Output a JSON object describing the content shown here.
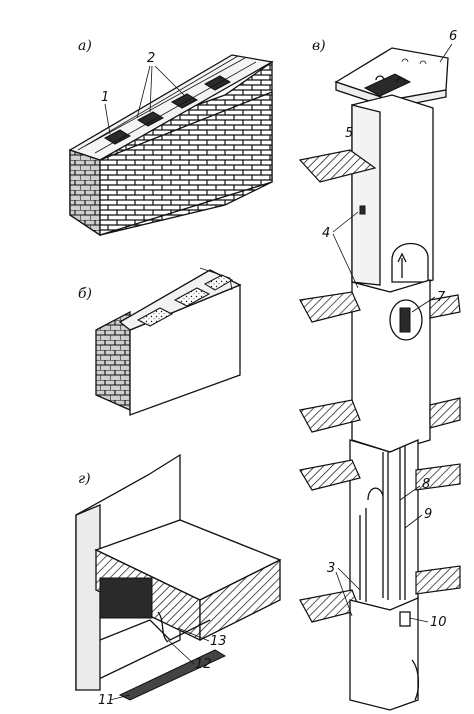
{
  "panels": {
    "a": {
      "letter": "а)"
    },
    "b": {
      "letter": "б)"
    },
    "v": {
      "letter": "в)"
    },
    "g": {
      "letter": "г)"
    }
  },
  "callouts": {
    "c1": "1",
    "c2": "2",
    "c3": "3",
    "c4": "4",
    "c5": "5",
    "c6": "6",
    "c7": "7",
    "c8": "8",
    "c9": "9",
    "c10": "10",
    "c11": "11",
    "c12": "12",
    "c13": "13"
  }
}
